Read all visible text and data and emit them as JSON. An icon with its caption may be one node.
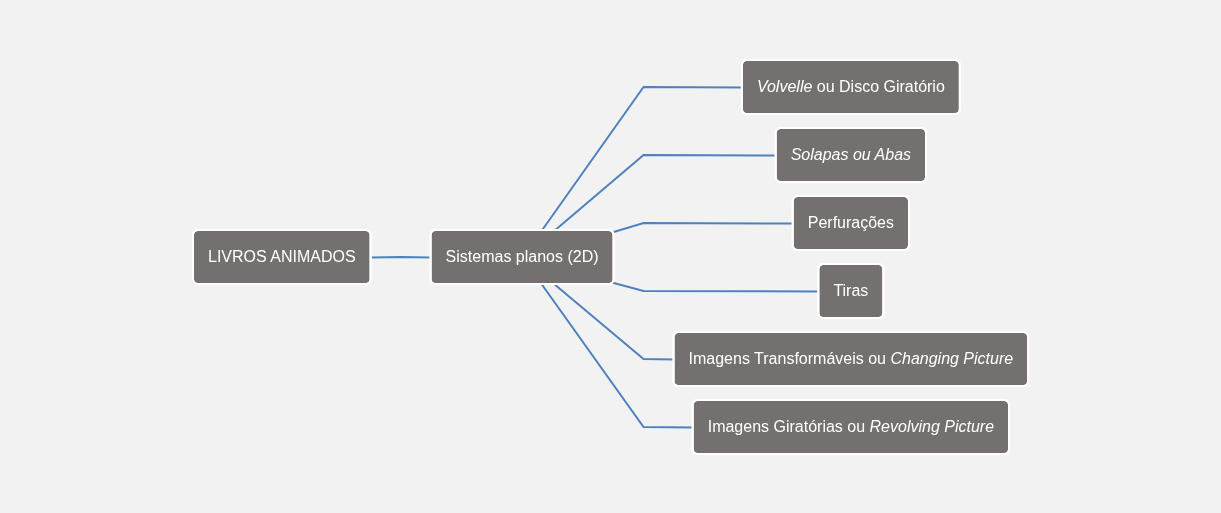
{
  "diagram": {
    "nodes": [
      {
        "text": [
          "LIVROS ANIMADOS"
        ]
      },
      {
        "text": [
          "Sistemas planos (2D)"
        ]
      },
      {
        "text": [
          "*Volvelle* ou Disco Giratório"
        ]
      },
      {
        "text": [
          "*Solapas ou Abas*"
        ]
      },
      {
        "text": [
          "Perfurações"
        ]
      },
      {
        "text": [
          "Tiras"
        ]
      },
      {
        "text": [
          "Imagens Transformáveis ou *Changing Picture*"
        ]
      },
      {
        "text": [
          "Imagens Giratórias ou *Revolving Picture*"
        ]
      }
    ],
    "edges": [
      {
        "from": 0,
        "to": 1,
        "arrow": "none"
      },
      {
        "from": 1,
        "to": 2,
        "arrow": "none"
      },
      {
        "from": 1,
        "to": 3,
        "arrow": "none"
      },
      {
        "from": 1,
        "to": 4,
        "arrow": "none"
      },
      {
        "from": 1,
        "to": 5,
        "arrow": "none"
      },
      {
        "from": 1,
        "to": 6,
        "arrow": "none"
      },
      {
        "from": 1,
        "to": 7,
        "arrow": "none"
      }
    ]
  }
}
